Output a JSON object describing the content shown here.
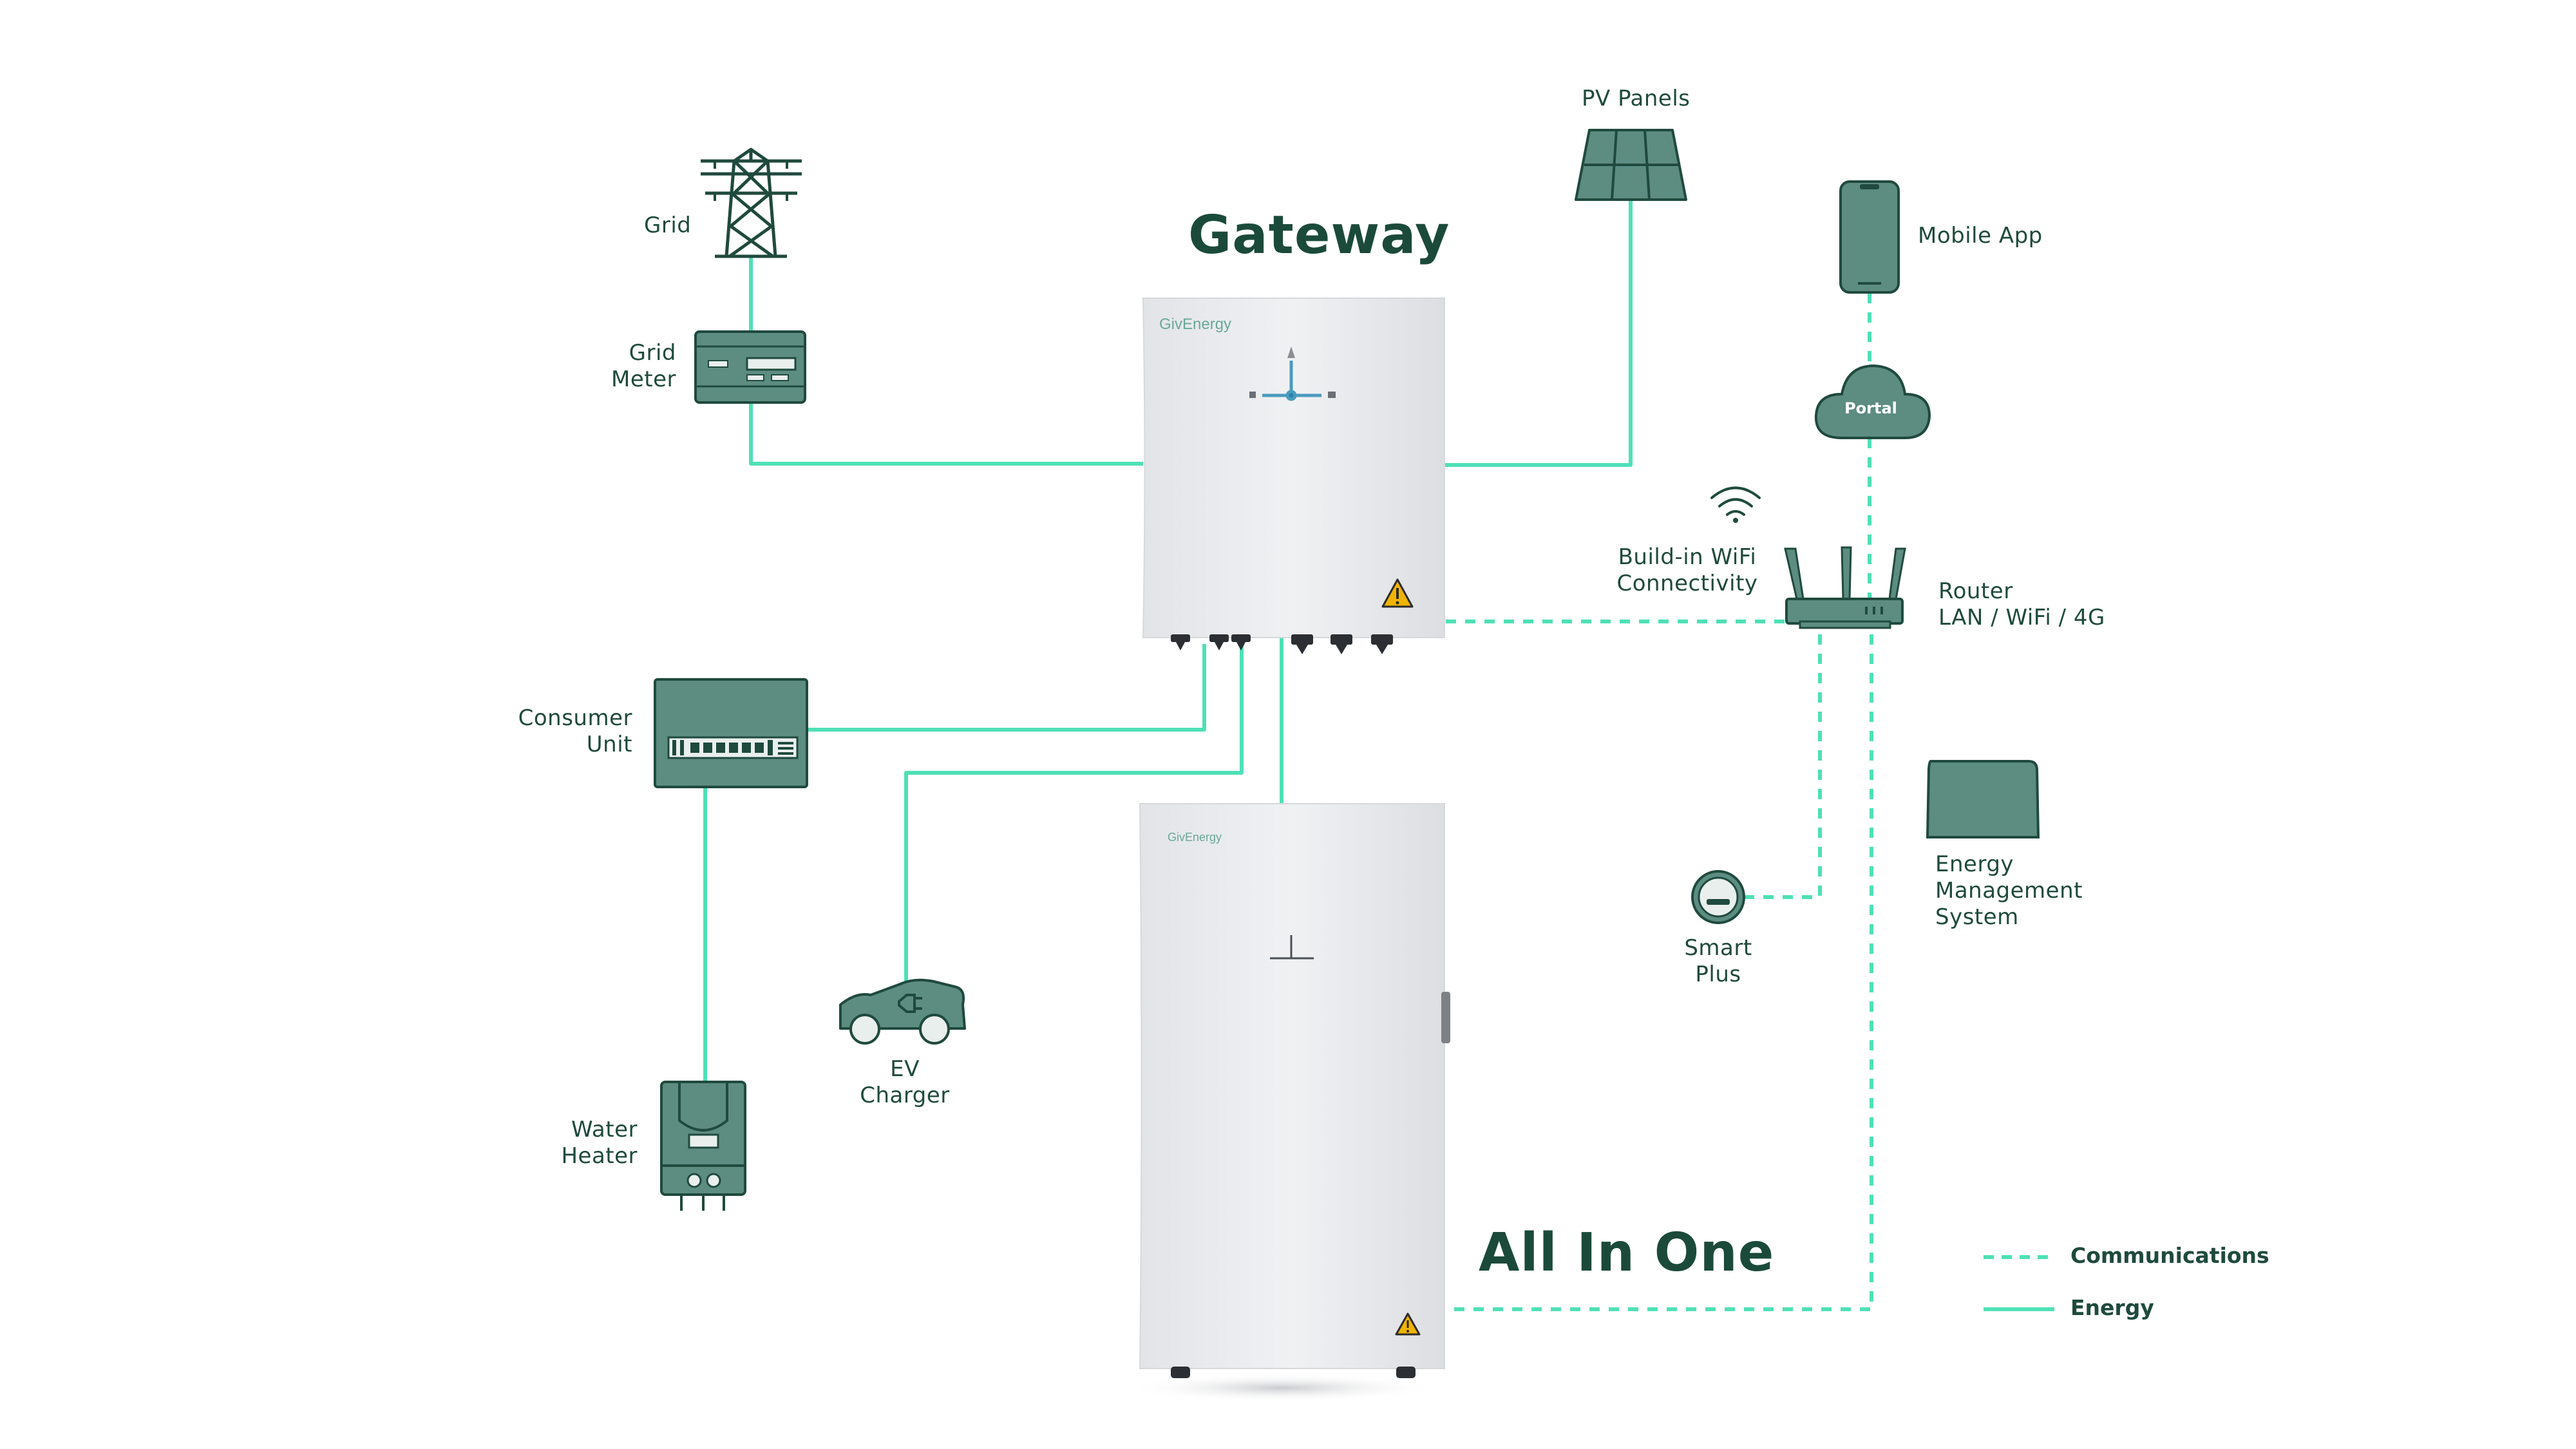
{
  "colors": {
    "energy": "#4fe0b6",
    "communications": "#4fe0b6",
    "icon_fill": "#5d8c81",
    "icon_stroke": "#1f4a3d",
    "text": "#1f4a3d",
    "device_body": "#e8e9eb"
  },
  "titles": {
    "gateway": "Gateway",
    "all_in_one": "All In One"
  },
  "brand": {
    "gateway": "GivEnergy",
    "all_in_one": "GivEnergy"
  },
  "nodes": {
    "grid": {
      "label": "Grid",
      "icon": "pylon-icon"
    },
    "grid_meter": {
      "label_lines": [
        "Grid",
        "Meter"
      ],
      "icon": "meter-icon"
    },
    "pv_panels": {
      "label": "PV Panels",
      "icon": "solar-panel-icon"
    },
    "mobile_app": {
      "label": "Mobile App",
      "icon": "phone-icon"
    },
    "portal": {
      "label": "Portal",
      "icon": "cloud-icon"
    },
    "wifi": {
      "label_lines": [
        "Build-in WiFi",
        "Connectivity"
      ],
      "icon": "wifi-icon"
    },
    "router": {
      "label_lines": [
        "Router",
        "LAN / WiFi / 4G"
      ],
      "icon": "router-icon"
    },
    "consumer_unit": {
      "label_lines": [
        "Consumer",
        "Unit"
      ],
      "icon": "consumer-unit-icon"
    },
    "ev_charger": {
      "label_lines": [
        "EV",
        "Charger"
      ],
      "icon": "electric-car-icon"
    },
    "water_heater": {
      "label_lines": [
        "Water",
        "Heater"
      ],
      "icon": "water-heater-icon"
    },
    "smart_plus": {
      "label_lines": [
        "Smart",
        "Plus"
      ],
      "icon": "smart-plus-icon"
    },
    "ems": {
      "label_lines": [
        "Energy",
        "Management",
        "System"
      ],
      "icon": "ems-screen-icon"
    }
  },
  "legend": {
    "communications": "Communications",
    "energy": "Energy"
  }
}
